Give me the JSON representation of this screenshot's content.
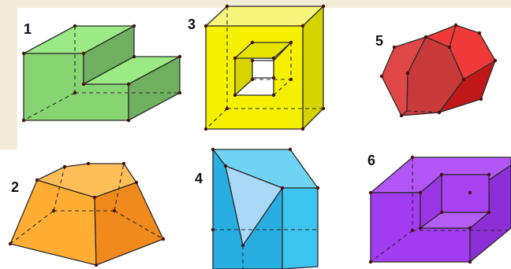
{
  "figures": [
    {
      "label": "1",
      "color": "#8fe27a"
    },
    {
      "label": "2",
      "color": "#ffb13b"
    },
    {
      "label": "3",
      "color": "#f4f000"
    },
    {
      "label": "4",
      "color": "#3cc3ee"
    },
    {
      "label": "5",
      "color": "#e24b4b"
    },
    {
      "label": "6",
      "color": "#a23cf0"
    }
  ],
  "background": {
    "top_band": "#f3ecd9",
    "left_band": "#f3ecd9"
  }
}
